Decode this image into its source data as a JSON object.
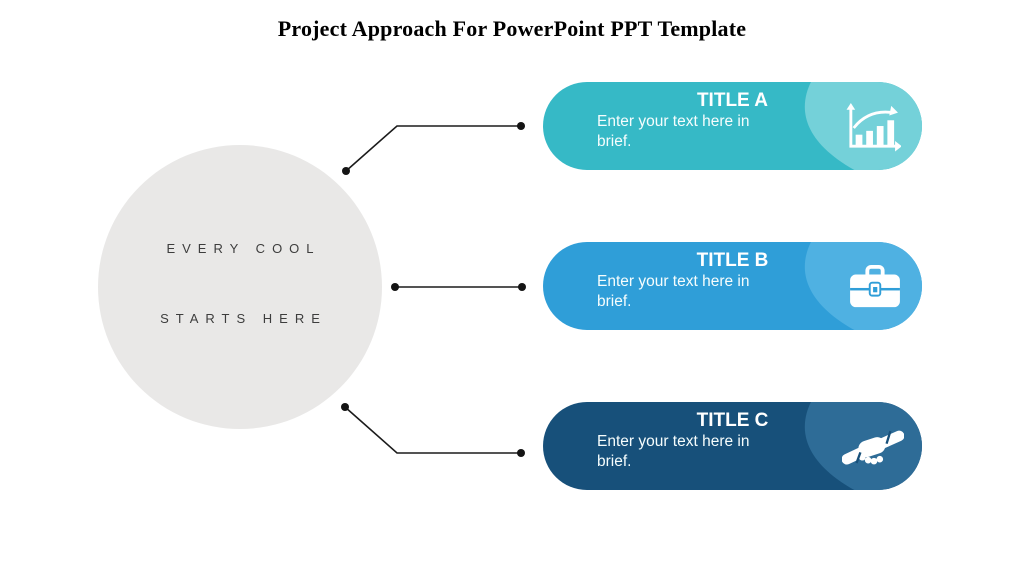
{
  "page": {
    "title": "Project Approach For PowerPoint PPT Template",
    "background_color": "#ffffff"
  },
  "circle": {
    "line1": "EVERY COOL",
    "line2": "STARTS HERE",
    "fill_color": "#e9e8e7",
    "text_color": "#3d3d3d"
  },
  "connectors": {
    "color": "#1b1b1b"
  },
  "cards": [
    {
      "title": "TITLE A",
      "body": "Enter your text here in brief.",
      "main_color": "#36b9c6",
      "accent_color": "#74d1d9",
      "icon": "growth-chart-icon"
    },
    {
      "title": "TITLE B",
      "body": "Enter your text here in brief.",
      "main_color": "#2f9ed8",
      "accent_color": "#4fb1e2",
      "icon": "briefcase-icon"
    },
    {
      "title": "TITLE C",
      "body": "Enter your text here in brief.",
      "main_color": "#17507a",
      "accent_color": "#2e6c97",
      "icon": "handshake-icon"
    }
  ]
}
